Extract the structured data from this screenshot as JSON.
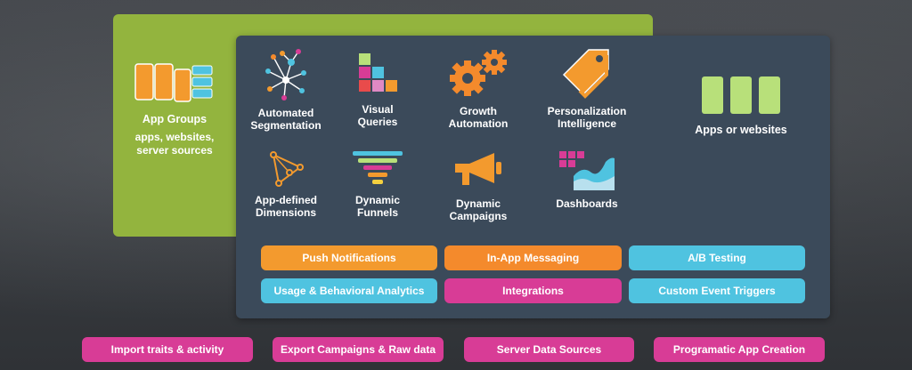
{
  "app_groups": {
    "title": "App Groups",
    "subtitle": "apps, websites,\nserver sources"
  },
  "features": [
    {
      "icon": "segmentation-network-icon",
      "label": "Automated\nSegmentation"
    },
    {
      "icon": "visual-queries-blocks-icon",
      "label": "Visual\nQueries"
    },
    {
      "icon": "gears-icon",
      "label": "Growth\nAutomation"
    },
    {
      "icon": "price-tags-icon",
      "label": "Personalization\nIntelligence"
    },
    {
      "icon": "dimensions-triangle-icon",
      "label": "App-defined\nDimensions"
    },
    {
      "icon": "funnel-icon",
      "label": "Dynamic\nFunnels"
    },
    {
      "icon": "megaphone-icon",
      "label": "Dynamic\nCampaigns"
    },
    {
      "icon": "dashboard-chart-icon",
      "label": "Dashboards"
    }
  ],
  "apps": {
    "label": "Apps or websites"
  },
  "panel_buttons": [
    "Push Notifications",
    "In-App Messaging",
    "A/B Testing",
    "Usage & Behavioral Analytics",
    "Integrations",
    "Custom Event Triggers"
  ],
  "bottom_buttons": [
    "Import traits & activity",
    "Export Campaigns & Raw data",
    "Server Data Sources",
    "Programatic App Creation"
  ],
  "colors": {
    "green": "#93b43e",
    "panel": "#3b4a5a",
    "orange": "#f39a2e",
    "cyan": "#4fc3e0",
    "pink": "#d83c96",
    "lime": "#b8e07a"
  }
}
